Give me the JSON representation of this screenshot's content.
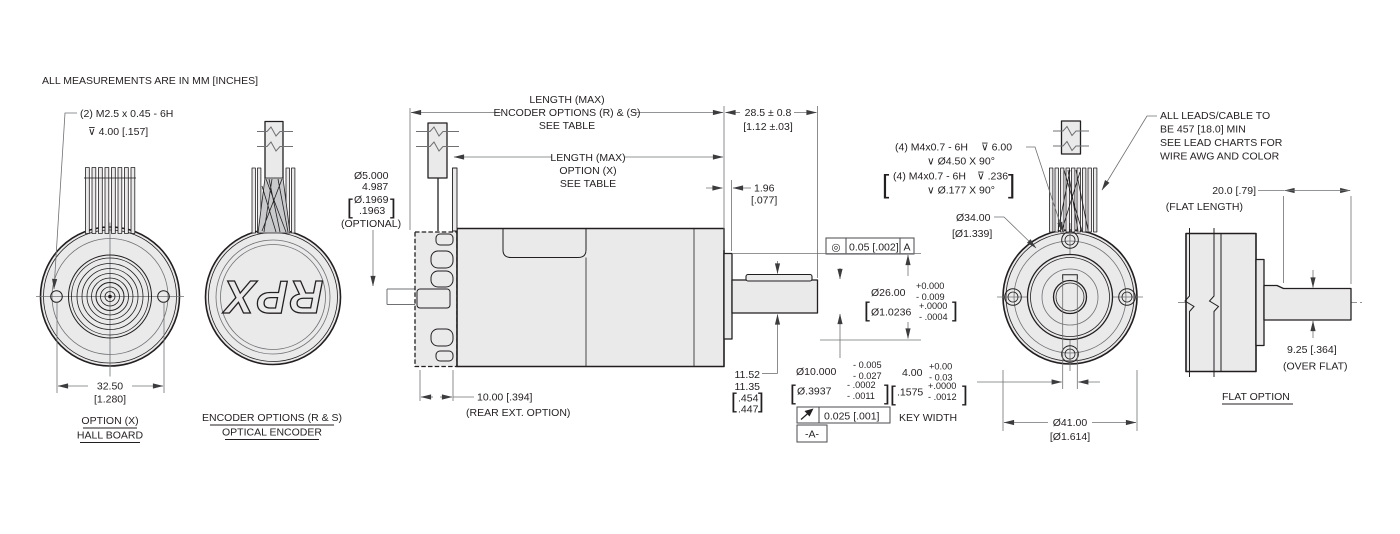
{
  "units_note": "ALL MEASUREMENTS ARE IN MM [INCHES]",
  "hall_view": {
    "callout": [
      "(2) M2.5 x 0.45 - 6H",
      "⊽ 4.00 [.157]"
    ],
    "dim_width_mm": "32.50",
    "dim_width_in": "[1.280]",
    "caption": [
      "OPTION (X)",
      "HALL BOARD"
    ]
  },
  "optical_view": {
    "logo": "RPX",
    "caption": [
      "ENCODER OPTIONS (R & S)",
      "OPTICAL ENCODER"
    ]
  },
  "side_view": {
    "len_encoder": [
      "LENGTH (MAX)",
      "ENCODER OPTIONS (R) & (S)",
      "SEE TABLE"
    ],
    "len_x": [
      "LENGTH (MAX)",
      "OPTION (X)",
      "SEE TABLE"
    ],
    "dim_285_mm": "28.5 ± 0.8",
    "dim_285_in": "[1.12 ±.03]",
    "dim_196_mm": "1.96",
    "dim_196_in": "[.077]",
    "rear_shaft": {
      "d1": "Ø5.000",
      "d2": "4.987",
      "b1": "Ø.1969",
      "b2": ".1963",
      "lb": "[",
      "rb": "]",
      "optional": "(OPTIONAL)"
    },
    "rear_ext": [
      "10.00 [.394]",
      "(REAR EXT. OPTION)"
    ],
    "fcf_conc": {
      "sym": "◎",
      "val": "0.05 [.002]",
      "datum": "A"
    },
    "dia26": {
      "main": "Ø26.00",
      "tp": "+0.000",
      "tb": "- 0.009",
      "bmain": "Ø1.0236",
      "btp": "+.0000",
      "btb": "- .0004",
      "lb": "[",
      "rb": "]"
    },
    "key_h": {
      "l1": "11.52",
      "l2": "11.35",
      "b1": ".454",
      "b2": ".447",
      "lb": "[",
      "rb": "]"
    },
    "dia10": {
      "main": "Ø10.000",
      "tp": "- 0.005",
      "tb": "- 0.027",
      "bmain": "Ø.3937",
      "btp": "- .0002",
      "btb": "- .0011",
      "lb": "[",
      "rb": "]"
    },
    "fcf_runout": {
      "val": "0.025 [.001]"
    },
    "datum_a": "-A-"
  },
  "rear_view": {
    "thread_mm": [
      "(4) M4x0.7 - 6H",
      "⊽ 6.00",
      "∨ Ø4.50 X 90°"
    ],
    "thread_in": [
      "(4) M4x0.7 - 6H",
      "⊽ .236",
      "∨ Ø.177 X 90°",
      "[",
      "]"
    ],
    "dia34": [
      "Ø34.00",
      "[Ø1.339]"
    ],
    "key_w": {
      "main": "4.00",
      "tp": "+0.00",
      "tb": "- 0.03",
      "bmain": ".1575",
      "btp": "+.0000",
      "btb": "- .0012",
      "lb": "[",
      "rb": "]",
      "label": "KEY WIDTH"
    },
    "dia41": [
      "Ø41.00",
      "[Ø1.614]"
    ],
    "leads_note": [
      "ALL LEADS/CABLE TO",
      "BE 457 [18.0] MIN",
      "SEE LEAD CHARTS FOR",
      "WIRE AWG AND COLOR"
    ]
  },
  "flat_view": {
    "dim_flat_len": [
      "20.0 [.79]",
      "(FLAT LENGTH)"
    ],
    "dim_over_flat": [
      "9.25 [.364]",
      "(OVER FLAT)"
    ],
    "caption": "FLAT OPTION"
  },
  "colors": {
    "line": "#231f20",
    "thin_line": "#6f7073",
    "fill": "#eaeaeb",
    "background": "#ffffff"
  }
}
